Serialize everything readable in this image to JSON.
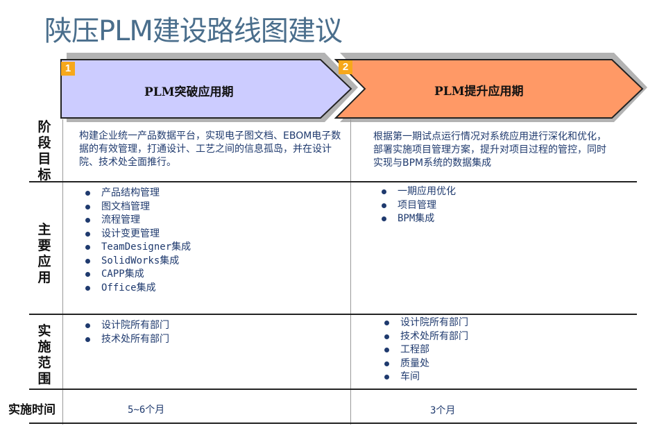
{
  "page": {
    "title": "陕压PLM建设路线图建议"
  },
  "phases": [
    {
      "number": "1",
      "title": "PLM突破应用期",
      "fill_color": "#ccccff",
      "goal": "构建企业统一产品数据平台，实现电子图文档、EBOM电子数据的有效管理，打通设计、工艺之间的信息孤岛，并在设计院、技术处全面推行。",
      "applications": [
        "产品结构管理",
        "图文档管理",
        "流程管理",
        "设计变更管理",
        "TeamDesigner集成",
        "SolidWorks集成",
        "CAPP集成",
        "Office集成"
      ],
      "scope": [
        "设计院所有部门",
        "技术处所有部门"
      ],
      "duration": "5~6个月"
    },
    {
      "number": "2",
      "title": "PLM提升应用期",
      "fill_color": "#ff9966",
      "goal": "根据第一期试点运行情况对系统应用进行深化和优化，部署实施项目管理方案，提升对项目过程的管控，同时实现与BPM系统的数据集成",
      "applications": [
        "一期应用优化",
        "项目管理",
        "BPM集成"
      ],
      "scope": [
        "设计院所有部门",
        "技术处所有部门",
        "工程部",
        "质量处",
        "车间"
      ],
      "duration": "3个月"
    }
  ],
  "row_labels": {
    "goal": "阶段目标",
    "applications": "主要应用",
    "scope": "实施范围",
    "duration": "实施时间"
  },
  "colors": {
    "accent_text": "#1f3a6e",
    "badge": "#f7a81b",
    "title": "#4a6e8c"
  }
}
